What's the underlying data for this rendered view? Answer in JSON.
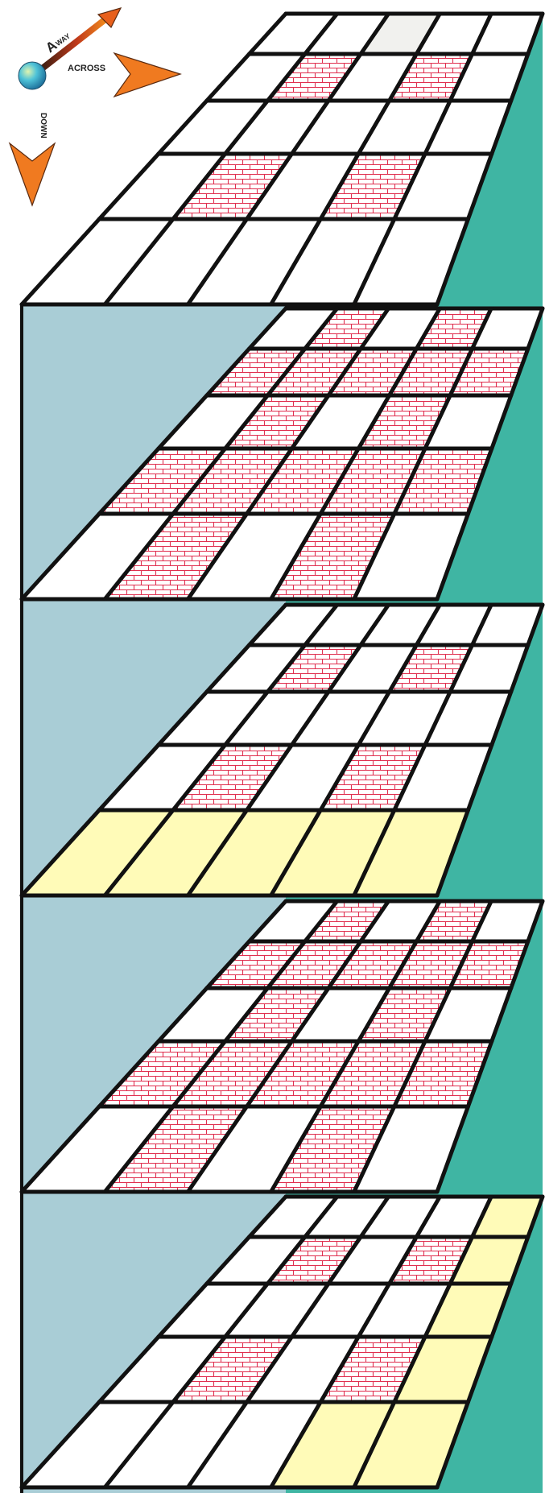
{
  "axes": {
    "away_big": "A",
    "away_rest": "WAY",
    "across": "ACROSS",
    "down": "DOWN"
  },
  "colors": {
    "blank": "#ffffff",
    "brick": "pink-brick",
    "highlight": "#fffbb8",
    "faint": "#f1f1ee",
    "side_left": "#a9cdd6",
    "side_right": "#3fb5a3",
    "line": "#111111",
    "brick_line": "#e03050"
  },
  "layers": [
    {
      "cells": [
        [
          "W",
          "W",
          "G",
          "W",
          "W"
        ],
        [
          "W",
          "B",
          "W",
          "B",
          "W"
        ],
        [
          "W",
          "W",
          "W",
          "W",
          "W"
        ],
        [
          "W",
          "B",
          "W",
          "B",
          "W"
        ],
        [
          "W",
          "W",
          "W",
          "W",
          "W"
        ]
      ]
    },
    {
      "cells": [
        [
          "W",
          "B",
          "W",
          "B",
          "W"
        ],
        [
          "B",
          "B",
          "B",
          "B",
          "B"
        ],
        [
          "W",
          "B",
          "W",
          "B",
          "W"
        ],
        [
          "B",
          "B",
          "B",
          "B",
          "B"
        ],
        [
          "W",
          "B",
          "W",
          "B",
          "W"
        ]
      ]
    },
    {
      "cells": [
        [
          "W",
          "W",
          "W",
          "W",
          "W"
        ],
        [
          "W",
          "B",
          "W",
          "B",
          "W"
        ],
        [
          "W",
          "W",
          "W",
          "W",
          "W"
        ],
        [
          "W",
          "B",
          "W",
          "B",
          "W"
        ],
        [
          "Y",
          "Y",
          "Y",
          "Y",
          "Y"
        ]
      ]
    },
    {
      "cells": [
        [
          "W",
          "B",
          "W",
          "B",
          "W"
        ],
        [
          "B",
          "B",
          "B",
          "B",
          "B"
        ],
        [
          "W",
          "B",
          "W",
          "B",
          "W"
        ],
        [
          "B",
          "B",
          "B",
          "B",
          "B"
        ],
        [
          "W",
          "B",
          "W",
          "B",
          "W"
        ]
      ]
    },
    {
      "cells": [
        [
          "W",
          "W",
          "W",
          "W",
          "Y"
        ],
        [
          "W",
          "B",
          "W",
          "B",
          "Y"
        ],
        [
          "W",
          "W",
          "W",
          "W",
          "Y"
        ],
        [
          "W",
          "B",
          "W",
          "B",
          "Y"
        ],
        [
          "W",
          "W",
          "W",
          "Y",
          "Y"
        ]
      ]
    }
  ]
}
